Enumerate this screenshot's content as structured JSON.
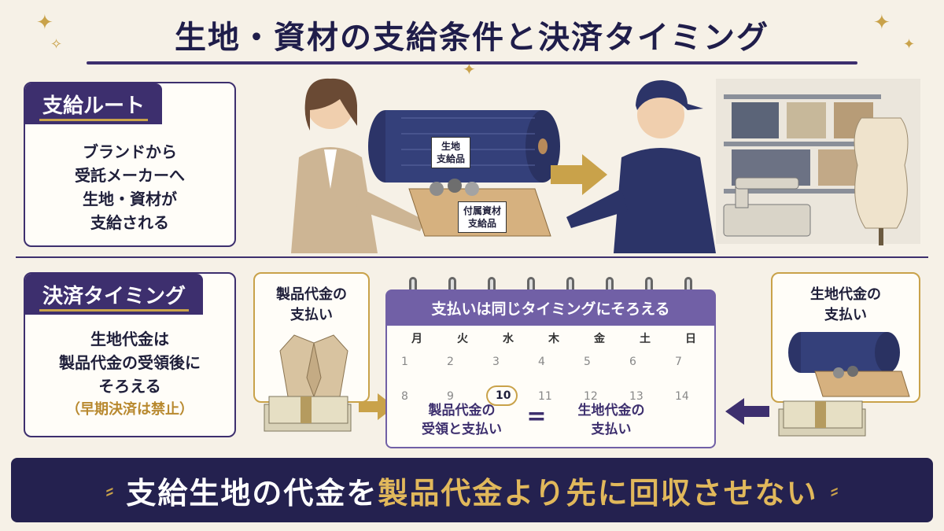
{
  "title": "生地・資材の支給条件と決済タイミング",
  "supply_route": {
    "heading": "支給ルート",
    "lines": [
      "ブランドから",
      "受託メーカーへ",
      "生地・資材が",
      "支給される"
    ]
  },
  "illustration": {
    "roll_label": [
      "生地",
      "支給品"
    ],
    "box_label": [
      "付属資材",
      "支給品"
    ]
  },
  "payment_timing": {
    "heading": "決済タイミング",
    "lines": [
      "生地代金は",
      "製品代金の受領後に",
      "そろえる"
    ],
    "note": "（早期決済は禁止）"
  },
  "product_card": {
    "lines": [
      "製品代金の",
      "支払い"
    ]
  },
  "fabric_card": {
    "lines": [
      "生地代金の",
      "支払い"
    ]
  },
  "calendar": {
    "header": "支払いは同じタイミングにそろえる",
    "weekdays": [
      "月",
      "火",
      "水",
      "木",
      "金",
      "土",
      "日"
    ],
    "week1": [
      "1",
      "2",
      "3",
      "4",
      "5",
      "6",
      "7"
    ],
    "week2": [
      "8",
      "9",
      "10",
      "11",
      "12",
      "13",
      "14"
    ],
    "highlight_day": "10",
    "left_note": [
      "製品代金の",
      "受領と支払い"
    ],
    "equals": "=",
    "right_note": [
      "生地代金の",
      "支払い"
    ]
  },
  "banner": {
    "part1": "支給生地の代金を",
    "part2": "製品代金より先に",
    "part3": "回収させない"
  },
  "colors": {
    "navy": "#24214f",
    "purple": "#3d2f6e",
    "lavender": "#7160a6",
    "gold": "#c9a24a",
    "cream": "#f6f1e7"
  }
}
